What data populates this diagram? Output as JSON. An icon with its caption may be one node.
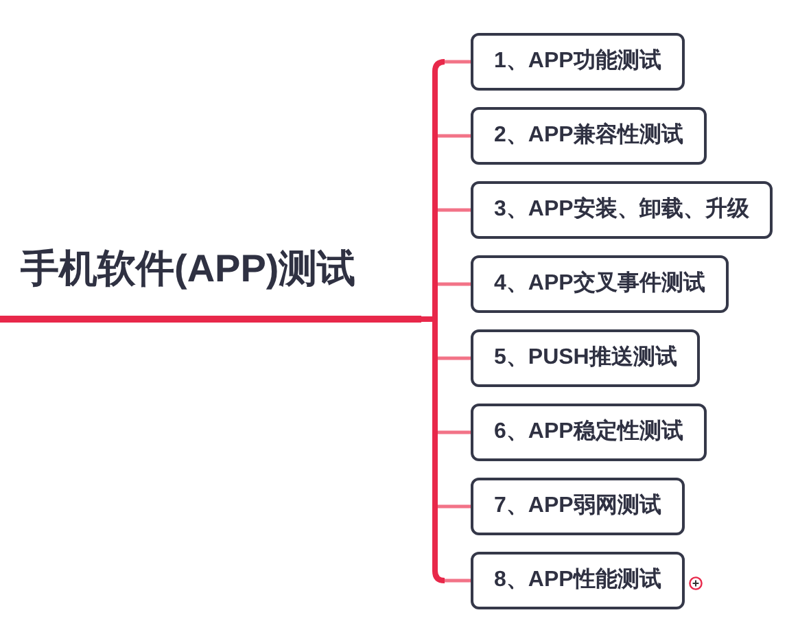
{
  "diagram": {
    "nodes": [
      {
        "text": [
          "手机软件(APP)测试"
        ]
      },
      {
        "text": [
          "1、APP功能测试"
        ]
      },
      {
        "text": [
          "2、APP兼容性测试"
        ]
      },
      {
        "text": [
          "3、APP安装、卸载、升级"
        ]
      },
      {
        "text": [
          "4、APP交叉事件测试"
        ]
      },
      {
        "text": [
          "5、PUSH推送测试"
        ]
      },
      {
        "text": [
          "6、APP稳定性测试"
        ]
      },
      {
        "text": [
          "7、APP弱网测试"
        ]
      },
      {
        "text": [
          "8、APP性能测试"
        ]
      }
    ],
    "edges": [
      {
        "from": 0,
        "to": 1,
        "arrow": "none"
      },
      {
        "from": 0,
        "to": 2,
        "arrow": "none"
      },
      {
        "from": 0,
        "to": 3,
        "arrow": "none"
      },
      {
        "from": 0,
        "to": 4,
        "arrow": "none"
      },
      {
        "from": 0,
        "to": 5,
        "arrow": "none"
      },
      {
        "from": 0,
        "to": 6,
        "arrow": "none"
      },
      {
        "from": 0,
        "to": 7,
        "arrow": "none"
      },
      {
        "from": 0,
        "to": 8,
        "arrow": "none"
      }
    ]
  }
}
